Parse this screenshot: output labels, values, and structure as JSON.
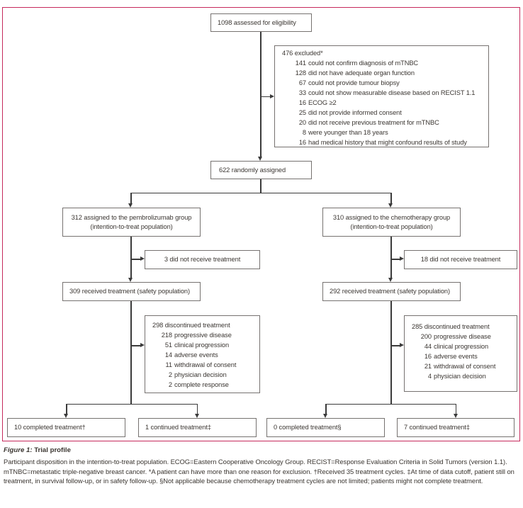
{
  "colors": {
    "frame": "#c62a5c",
    "connector": "#3b3b3b",
    "box_border": "#767270",
    "text": "#3c3733"
  },
  "flow": {
    "assessed": "1098 assessed for eligibility",
    "excluded": {
      "heading": "476 excluded*",
      "items": [
        {
          "n": "141",
          "label": "could not confirm diagnosis of mTNBC"
        },
        {
          "n": "128",
          "label": "did not have adequate organ function"
        },
        {
          "n": "67",
          "label": "could not provide tumour biopsy"
        },
        {
          "n": "33",
          "label": "could not show measurable disease based on RECIST 1.1"
        },
        {
          "n": "16",
          "label": "ECOG ≥2"
        },
        {
          "n": "25",
          "label": "did not provide informed consent"
        },
        {
          "n": "20",
          "label": "did not receive previous treatment for mTNBC"
        },
        {
          "n": "8",
          "label": "were younger than 18 years"
        },
        {
          "n": "16",
          "label": "had medical history that might confound results of study"
        }
      ]
    },
    "randomized": "622 randomly assigned",
    "pembrolizumab": {
      "assigned_line1": "312 assigned to the pembrolizumab group",
      "assigned_line2": "(intention-to-treat population)",
      "not_treated": "3 did not receive treatment",
      "received": "309 received treatment (safety population)",
      "discontinued": {
        "heading": "298 discontinued treatment",
        "items": [
          {
            "n": "218",
            "label": "progressive disease"
          },
          {
            "n": "51",
            "label": "clinical progression"
          },
          {
            "n": "14",
            "label": "adverse events"
          },
          {
            "n": "11",
            "label": "withdrawal of consent"
          },
          {
            "n": "2",
            "label": "physician decision"
          },
          {
            "n": "2",
            "label": "complete response"
          }
        ]
      },
      "completed": "10 completed treatment†",
      "continued": "1 continued treatment‡"
    },
    "chemotherapy": {
      "assigned_line1": "310 assigned to the chemotherapy group",
      "assigned_line2": "(intention-to-treat population)",
      "not_treated": "18 did not receive treatment",
      "received": "292 received treatment (safety population)",
      "discontinued": {
        "heading": "285 discontinued treatment",
        "items": [
          {
            "n": "200",
            "label": "progressive disease"
          },
          {
            "n": "44",
            "label": "clinical progression"
          },
          {
            "n": "16",
            "label": "adverse events"
          },
          {
            "n": "21",
            "label": "withdrawal of consent"
          },
          {
            "n": "4",
            "label": "physician decision"
          }
        ]
      },
      "completed": "0 completed treatment§",
      "continued": "7 continued treatment‡"
    }
  },
  "caption": {
    "figure_label": "Figure 1:",
    "figure_title": "Trial profile",
    "body": "Participant disposition in the intention-to-treat population. ECOG=Eastern Cooperative Oncology Group. RECIST=Response Evaluation Criteria in Solid Tumors (version 1.1). mTNBC=metastatic triple-negative breast cancer. *A patient can have more than one reason for exclusion. †Received 35 treatment cycles. ‡At time of data cutoff, patient still on treatment, in survival follow-up, or in safety follow-up. §Not applicable because chemotherapy treatment cycles are not limited; patients might not complete treatment."
  }
}
